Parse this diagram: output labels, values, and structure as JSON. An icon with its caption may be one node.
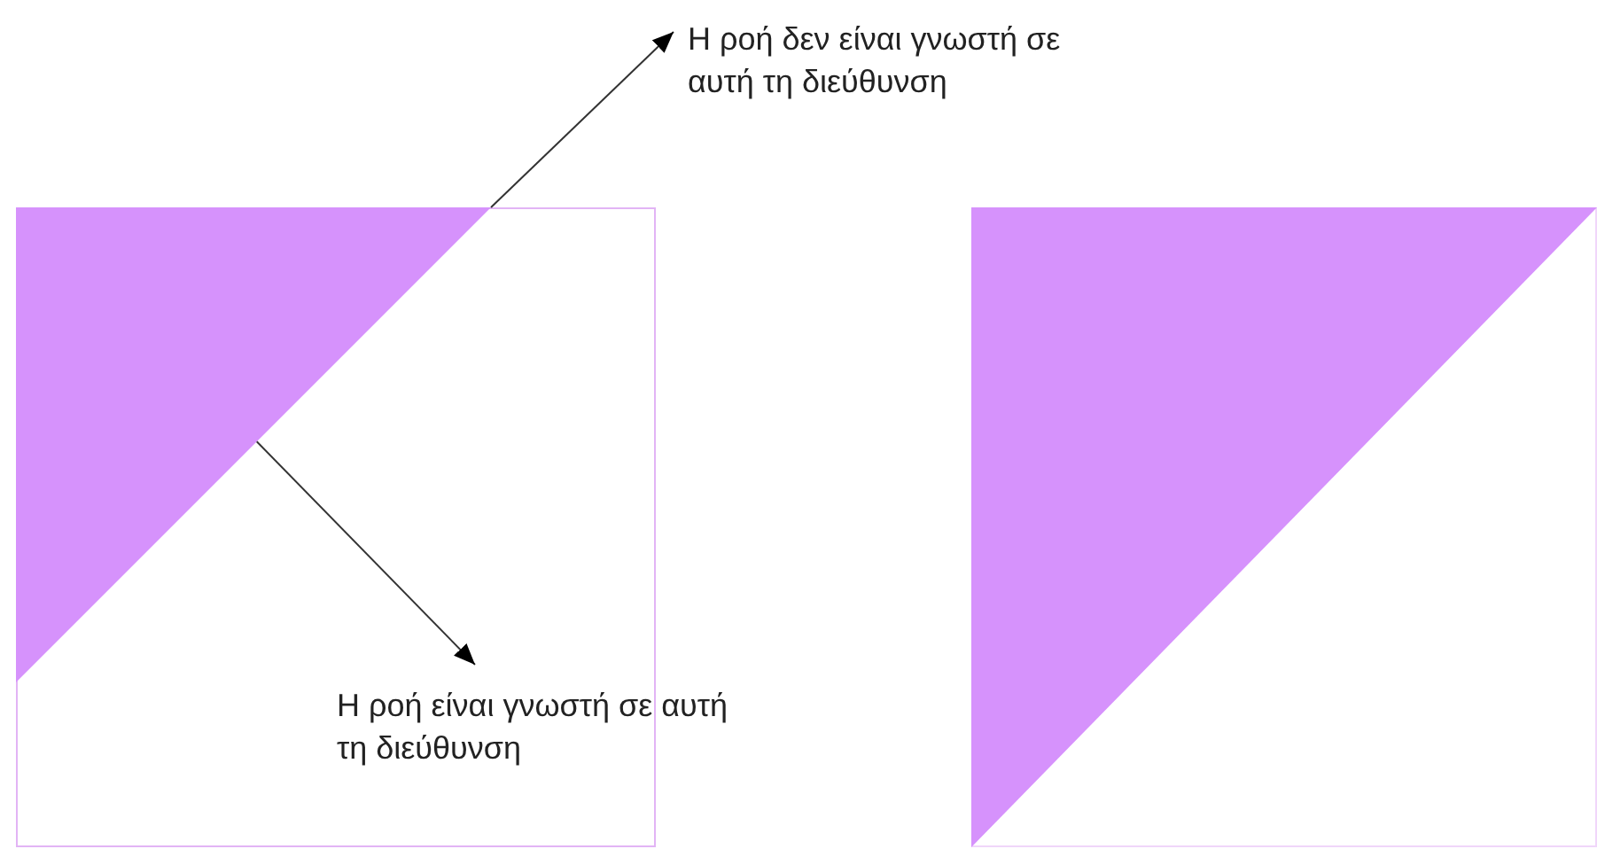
{
  "diagram": {
    "nodes": [
      {
        "text": [
          "Η ροή δεν είναι γνωστή σε αυτή τη διεύθυνση"
        ]
      },
      {
        "text": [],
        "shape": "triangle"
      },
      {
        "text": [
          "Η ροή είναι γνωστή σε αυτή τη διεύθυνση"
        ]
      }
    ],
    "edges": [
      {
        "from": 1,
        "to": 0,
        "arrow": "to"
      },
      {
        "from": 1,
        "to": 2,
        "arrow": "to"
      }
    ]
  }
}
